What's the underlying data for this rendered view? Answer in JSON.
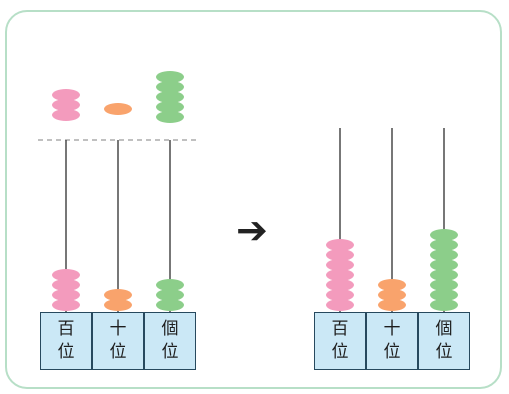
{
  "colors": {
    "hundreds": "#f39bbd",
    "tens": "#f9a36c",
    "ones": "#8cce8a",
    "rod": "#4a4a4a",
    "label_fill": "#cbe8f6",
    "label_border": "#27495e",
    "frame": "#b7dfc7",
    "divider": "#9a9a9a"
  },
  "arrow": {
    "icon": "right-arrow-icon",
    "glyph": "➔"
  },
  "left_abacus": {
    "columns": [
      {
        "place": "hundreds",
        "label_top": "百",
        "label_bottom": "位",
        "beads_raised": 3,
        "beads_on_rod": 4
      },
      {
        "place": "tens",
        "label_top": "十",
        "label_bottom": "位",
        "beads_raised": 1,
        "beads_on_rod": 2
      },
      {
        "place": "ones",
        "label_top": "個",
        "label_bottom": "位",
        "beads_raised": 5,
        "beads_on_rod": 3
      }
    ]
  },
  "right_abacus": {
    "columns": [
      {
        "place": "hundreds",
        "label_top": "百",
        "label_bottom": "位",
        "beads_on_rod": 7
      },
      {
        "place": "tens",
        "label_top": "十",
        "label_bottom": "位",
        "beads_on_rod": 3
      },
      {
        "place": "ones",
        "label_top": "個",
        "label_bottom": "位",
        "beads_on_rod": 8
      }
    ]
  }
}
